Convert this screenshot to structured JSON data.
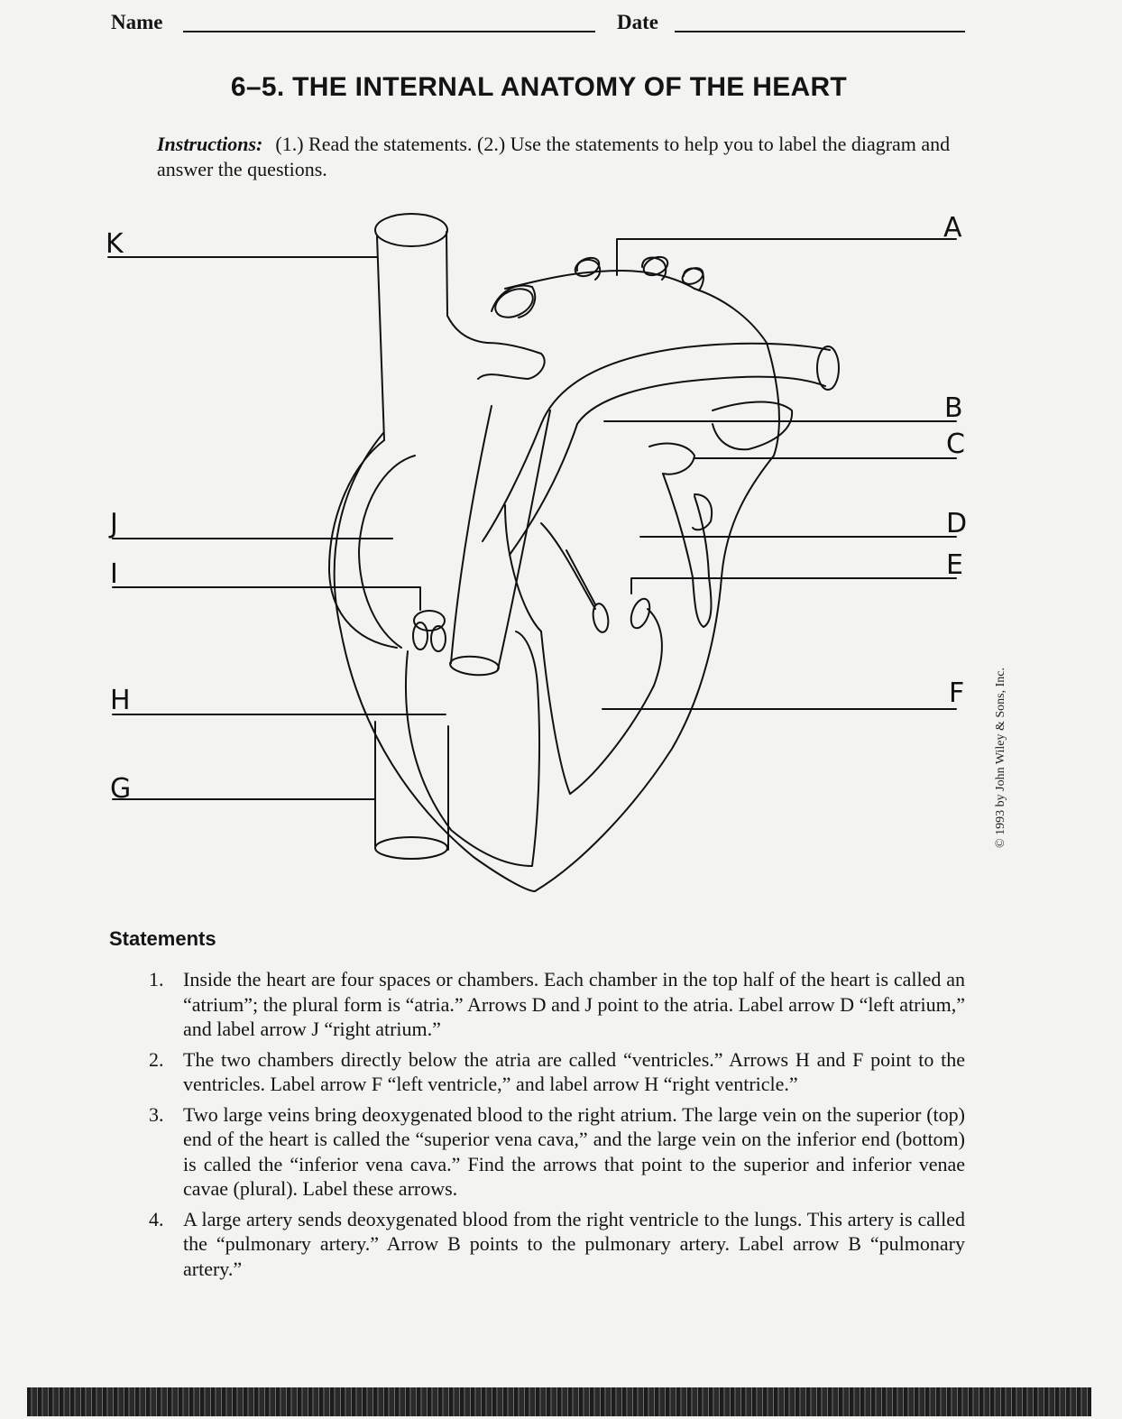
{
  "header": {
    "name_label": "Name",
    "date_label": "Date"
  },
  "title": "6–5.  THE INTERNAL ANATOMY OF THE HEART",
  "instructions": {
    "lead": "Instructions:",
    "text": "(1.) Read the statements. (2.) Use the statements to help you to label the diagram and answer the questions."
  },
  "diagram": {
    "labels": [
      "A",
      "B",
      "C",
      "D",
      "E",
      "F",
      "G",
      "H",
      "I",
      "J",
      "K"
    ]
  },
  "statements": {
    "heading": "Statements",
    "items": [
      {
        "number": "1.",
        "text": "Inside the heart are four spaces or chambers. Each chamber in the top half of the heart is called an “atrium”; the plural form is “atria.” Arrows D and J point to the atria. Label arrow D “left atrium,” and label arrow J “right atrium.”"
      },
      {
        "number": "2.",
        "text": "The two chambers directly below the atria are called “ventricles.” Arrows H and F point to the ventricles. Label arrow F “left ventricle,” and label arrow H “right ventricle.”"
      },
      {
        "number": "3.",
        "text": "Two large veins bring deoxygenated blood to the right atrium. The large vein on the superior (top) end of the heart is called the “superior vena cava,” and the large vein on the inferior end (bottom) is called the “inferior vena cava.” Find the arrows that point to the superior and inferior venae cavae (plural). Label these arrows."
      },
      {
        "number": "4.",
        "text": "A large artery sends deoxygenated blood from the right ventricle to the lungs. This artery is called the “pulmonary artery.” Arrow B points to the pulmonary artery. Label arrow B “pulmonary artery.”"
      }
    ]
  },
  "copyright": "© 1993 by John Wiley & Sons, Inc."
}
